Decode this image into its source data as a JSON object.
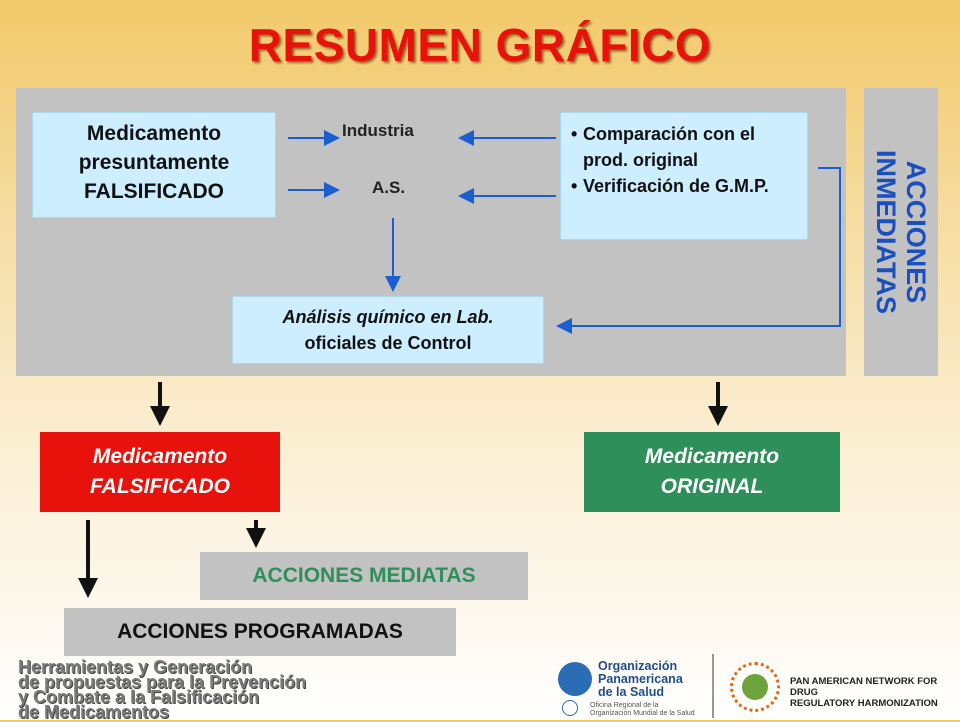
{
  "title": "RESUMEN GRÁFICO",
  "side_label": {
    "line1": "ACCIONES",
    "line2": "INMEDIATAS"
  },
  "box_suspect": {
    "line1": "Medicamento",
    "line2": "presuntamente",
    "line3": "FALSIFICADO"
  },
  "labels": {
    "industria": "Industria",
    "as": "A.S."
  },
  "box_checks": {
    "item1": "Comparación con el prod. original",
    "item2": "Verificación de G.M.P."
  },
  "box_analysis": {
    "line1": "Análisis químico en Lab.",
    "line2": "oficiales de Control"
  },
  "result_fake": {
    "line1": "Medicamento",
    "line2": "FALSIFICADO"
  },
  "result_original": {
    "line1": "Medicamento",
    "line2": "ORIGINAL"
  },
  "actions_mediatas": "ACCIONES MEDIATAS",
  "actions_programadas": "ACCIONES PROGRAMADAS",
  "footer": {
    "line1": "Herramientas y Generación",
    "line2": "de propuestas para la Prevención",
    "line3": "y Combate a la Falsificación",
    "line4": "de Medicamentos"
  },
  "ops_logo": {
    "line1": "Organización",
    "line2": "Panamericana",
    "line3": "de la Salud",
    "sub1": "Oficina Regional de la",
    "sub2": "Organización Mundial de la Salud"
  },
  "panam_logo": {
    "line1": "PAN AMERICAN NETWORK FOR DRUG",
    "line2": "REGULATORY HARMONIZATION"
  },
  "colors": {
    "title": "#e8120c",
    "side_label": "#1a4fc0",
    "fake": "#e8120c",
    "original": "#2f8f5a",
    "arrow_blue": "#1a5fd0"
  }
}
